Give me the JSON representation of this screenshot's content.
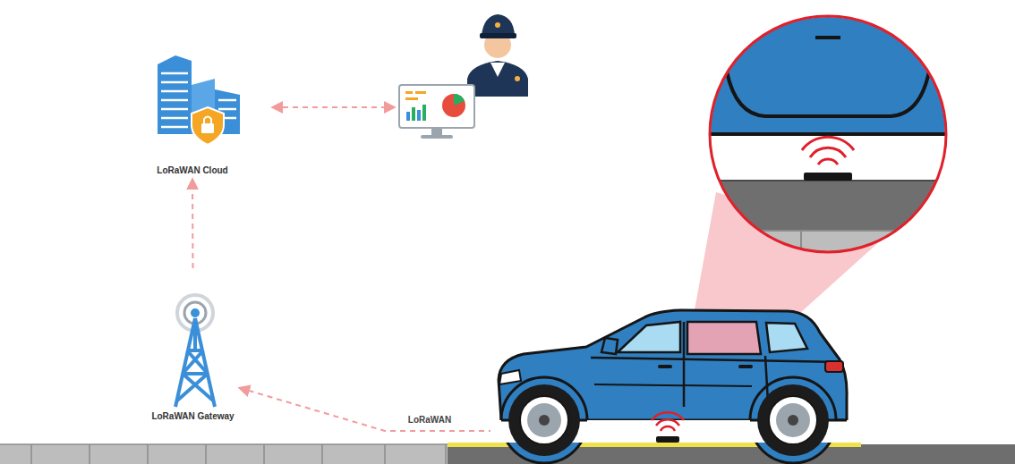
{
  "diagram": {
    "nodes": [
      {
        "text": [
          "LoRaWAN Cloud"
        ]
      },
      {
        "text": [
          "LoRaWAN Gateway"
        ]
      }
    ],
    "edges": [
      {
        "from": 1,
        "to": 0,
        "arrow": "to"
      }
    ],
    "labels": [
      "LoRaWAN"
    ]
  }
}
